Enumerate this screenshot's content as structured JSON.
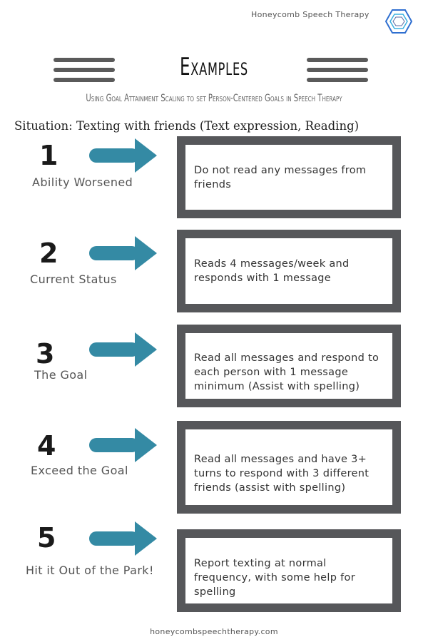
{
  "header": {
    "brand": "Honeycomb Speech Therapy",
    "logo_icon": "hexagon-logo-icon",
    "title": "Examples",
    "subtitle": "Using Goal Attainment Scaling to set Person-Centered Goals in Speech Therapy"
  },
  "situation": "Situation: Texting with friends (Text expression, Reading)",
  "levels": [
    {
      "number": "1",
      "label": "Ability Worsened",
      "description": "Do not read any messages from friends"
    },
    {
      "number": "2",
      "label": "Current Status",
      "description": "Reads 4 messages/week and responds with 1 message"
    },
    {
      "number": "3",
      "label": "The Goal",
      "description": "Read all messages and respond to each person with 1 message minimum (Assist with spelling)"
    },
    {
      "number": "4",
      "label": "Exceed the Goal",
      "description": "Read all messages and have 3+ turns to respond with 3 different friends (assist with spelling)"
    },
    {
      "number": "5",
      "label": "Hit it Out of the Park!",
      "description": "Report texting at normal frequency, with some help for spelling"
    }
  ],
  "footer": "honeycombspeechtherapy.com",
  "colors": {
    "arrow": "#348aa4",
    "box_border": "#56575a",
    "logo_outer": "#2f6fd0",
    "logo_inner": "#3ab0e0"
  }
}
